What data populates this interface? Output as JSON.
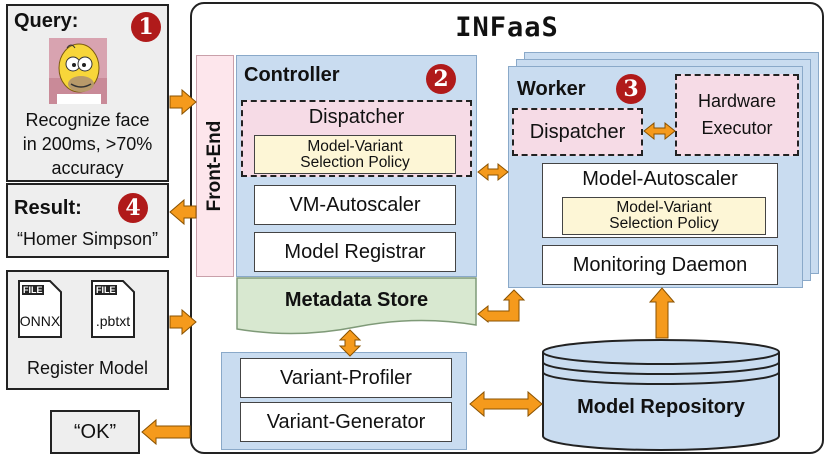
{
  "query": {
    "title": "Query:",
    "badge": "1",
    "lines": [
      "Recognize face",
      "in 200ms, >70%",
      "accuracy"
    ]
  },
  "result": {
    "title": "Result:",
    "badge": "4",
    "value": "“Homer Simpson”"
  },
  "register": {
    "file_tag": "FILE",
    "file1": "ONNX",
    "file2": ".pbtxt",
    "label": "Register Model"
  },
  "ok": {
    "label": "“OK”"
  },
  "infaas": {
    "title": "INFaaS"
  },
  "frontend": {
    "label": "Front-End"
  },
  "controller": {
    "title": "Controller",
    "badge": "2",
    "dispatcher": "Dispatcher",
    "policy_line1": "Model-Variant",
    "policy_line2": "Selection Policy",
    "vm_autoscaler": "VM-Autoscaler",
    "model_registrar": "Model Registrar"
  },
  "metadata": {
    "label": "Metadata Store"
  },
  "worker": {
    "title": "Worker",
    "badge": "3",
    "dispatcher": "Dispatcher",
    "hw_line1": "Hardware",
    "hw_line2": "Executor",
    "model_autoscaler": "Model-Autoscaler",
    "policy_line1": "Model-Variant",
    "policy_line2": "Selection Policy",
    "monitoring": "Monitoring Daemon"
  },
  "profiler": {
    "variant_profiler": "Variant-Profiler",
    "variant_generator": "Variant-Generator"
  },
  "repository": {
    "label": "Model Repository"
  },
  "colors": {
    "orange": "#f59a1c",
    "badge_red": "#b01a1a",
    "blue_panel": "#c9dcf0",
    "pink": "#f6dbe6",
    "yellow": "#fdf6d6",
    "green": "#d8e8d0"
  }
}
